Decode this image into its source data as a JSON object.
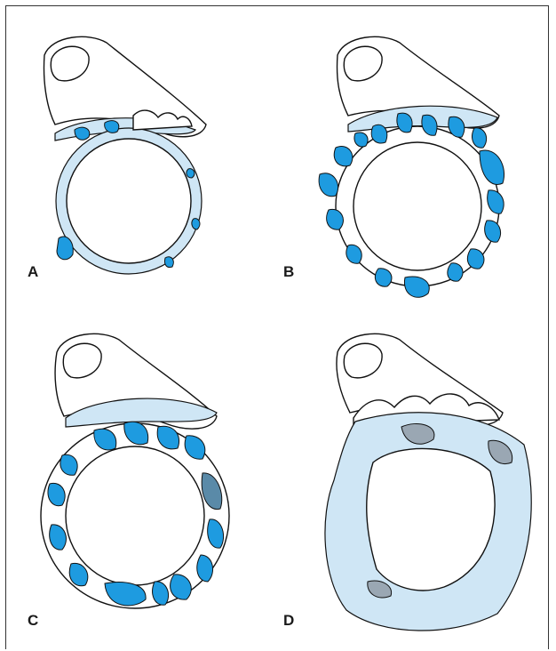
{
  "panels": [
    {
      "label": "A"
    },
    {
      "label": "B"
    },
    {
      "label": "C"
    },
    {
      "label": "D"
    }
  ],
  "colors": {
    "outline": "#111111",
    "cartilage_blue": "#1e9be0",
    "cartilage_dark": "#5a8aa8",
    "tissue_light": "#cfe6f5",
    "bone_gray": "#9aa7b3"
  }
}
